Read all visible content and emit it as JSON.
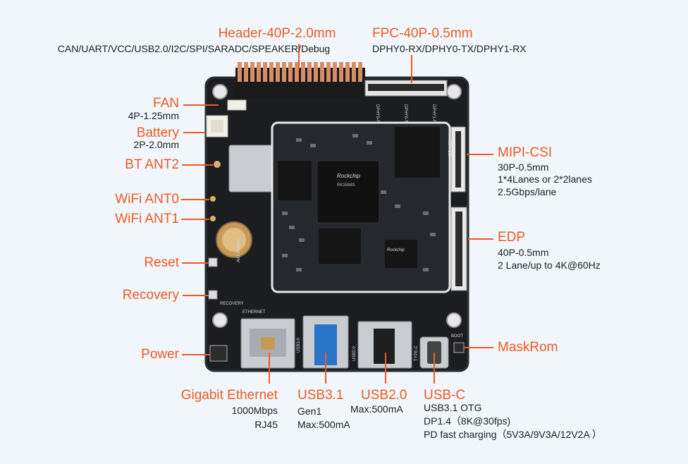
{
  "colors": {
    "background": "#f0f6fc",
    "accent": "#f05a22",
    "subtext": "#222222",
    "pcb": "#1b1d20",
    "pcb_edge": "#2b2e32",
    "silkscreen": "#d8d8d8",
    "gold": "#c89a5a",
    "copper": "#d88d66",
    "metal": "#c9ccd1",
    "usb3_blue": "#2a74c9"
  },
  "labels": {
    "header": {
      "title": "Header-40P-2.0mm",
      "detail": "CAN/UART/VCC/USB2.0/I2C/SPI/SARADC/SPEAKER/Debug"
    },
    "fpc": {
      "title": "FPC-40P-0.5mm",
      "detail": "DPHY0-RX/DPHY0-TX/DPHY1-RX"
    },
    "fan": {
      "title": "FAN",
      "detail": "4P-1.25mm"
    },
    "battery": {
      "title": "Battery",
      "detail": "2P-2.0mm"
    },
    "bt_ant2": {
      "title": "BT ANT2"
    },
    "wifi_ant0": {
      "title": "WiFi ANT0"
    },
    "wifi_ant1": {
      "title": "WiFi ANT1"
    },
    "reset": {
      "title": "Reset"
    },
    "recovery": {
      "title": "Recovery"
    },
    "power": {
      "title": "Power"
    },
    "mipi_csi": {
      "title": "MIPI-CSI",
      "line1": "30P-0.5mm",
      "line2": "1*4Lanes or 2*2lanes",
      "line3": "2.5Gbps/lane"
    },
    "edp": {
      "title": "EDP",
      "line1": "40P-0.5mm",
      "line2": "2 Lane/up to 4K@60Hz"
    },
    "maskrom": {
      "title": "MaskRom"
    },
    "ethernet": {
      "title": "Gigabit Ethernet",
      "line1": "1000Mbps",
      "line2": "RJ45"
    },
    "usb31": {
      "title": "USB3.1",
      "line1": "Gen1",
      "line2": "Max:500mA"
    },
    "usb20": {
      "title": "USB2.0",
      "line1": "Max:500mA"
    },
    "usbc": {
      "title": "USB-C",
      "line1": "USB3.1 OTG",
      "line2": "DP1.4（8K@30fps)",
      "line3": "PD fast charging（5V3A/9V3A/12V2A ）"
    }
  },
  "board": {
    "soc_brand": "Rockchip",
    "soc_model": "RK3588S",
    "chip_brand": "Rockchip",
    "silk_ethernet": "ETHERNET",
    "silk_recovery": "RECOVERY",
    "silk_boot": "BOOT",
    "silk_usb3": "USB3.0",
    "silk_usb2": "USB2.0",
    "silk_typec": "TYPE-C",
    "silk_mipi": "MIPI-CSI",
    "silk_dphy0rx": "DPHY0-RX",
    "silk_dphy0tx": "DPHY0-TX",
    "silk_dphy1rx": "DPHY1-RX",
    "silk_model": "AIO-3588SG"
  }
}
